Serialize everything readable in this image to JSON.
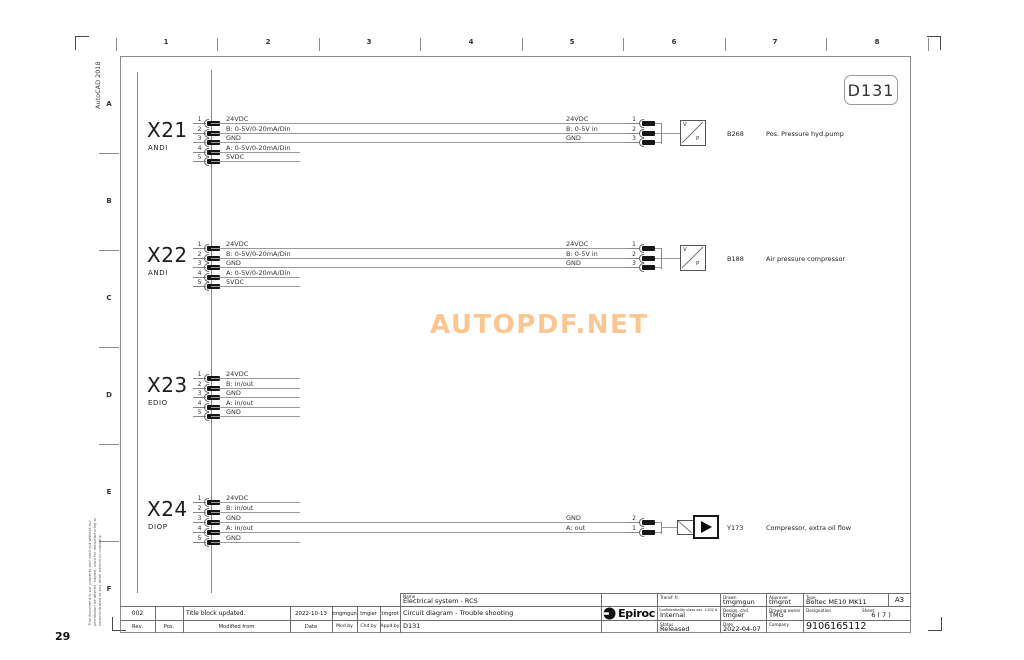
{
  "page": {
    "number": "29",
    "cad_version": "AutoCAD 2018",
    "drawing_ref": "D131",
    "watermark": "AUTOPDF.NET",
    "watermark_color": "#fcc693",
    "disclaimer": [
      "This document is our property and shall not without our",
      "permission be altered, copied, used for manufacturing or",
      "communicated to any other person or company"
    ]
  },
  "ruler": {
    "columns": [
      "1",
      "2",
      "3",
      "4",
      "5",
      "6",
      "7",
      "8"
    ],
    "rows": [
      "A",
      "B",
      "C",
      "D",
      "E",
      "F"
    ]
  },
  "connectors": [
    {
      "name": "X21",
      "type": "ANDI",
      "pins": [
        {
          "n": "1",
          "label": "24VDC"
        },
        {
          "n": "2",
          "label": "B: 0-5V/0-20mA/Din"
        },
        {
          "n": "3",
          "label": "GND"
        },
        {
          "n": "4",
          "label": "A: 0-5V/0-20mA/Din"
        },
        {
          "n": "5",
          "label": "5VDC"
        }
      ]
    },
    {
      "name": "X22",
      "type": "ANDI",
      "pins": [
        {
          "n": "1",
          "label": "24VDC"
        },
        {
          "n": "2",
          "label": "B: 0-5V/0-20mA/Din"
        },
        {
          "n": "3",
          "label": "GND"
        },
        {
          "n": "4",
          "label": "A: 0-5V/0-20mA/Din"
        },
        {
          "n": "5",
          "label": "5VDC"
        }
      ]
    },
    {
      "name": "X23",
      "type": "EDIO",
      "pins": [
        {
          "n": "1",
          "label": "24VDC"
        },
        {
          "n": "2",
          "label": "B: in/out"
        },
        {
          "n": "3",
          "label": "GND"
        },
        {
          "n": "4",
          "label": "A: in/out"
        },
        {
          "n": "5",
          "label": "GND"
        }
      ]
    },
    {
      "name": "X24",
      "type": "DIOP",
      "pins": [
        {
          "n": "1",
          "label": "24VDC"
        },
        {
          "n": "2",
          "label": "B: in/out"
        },
        {
          "n": "3",
          "label": "GND"
        },
        {
          "n": "4",
          "label": "A: in/out"
        },
        {
          "n": "5",
          "label": "GND"
        }
      ]
    }
  ],
  "devices": [
    {
      "tag": "B268",
      "description": "Pos. Pressure hyd.pump",
      "symbol": "pressure-transducer",
      "symbol_letters": {
        "top": "V",
        "bottom": "P"
      },
      "wires": [
        {
          "n": "1",
          "label": "24VDC"
        },
        {
          "n": "2",
          "label": "B: 0-5V in"
        },
        {
          "n": "3",
          "label": "GND"
        }
      ]
    },
    {
      "tag": "B188",
      "description": "Air pressure compressor",
      "symbol": "pressure-transducer",
      "symbol_letters": {
        "top": "V",
        "bottom": "P"
      },
      "wires": [
        {
          "n": "1",
          "label": "24VDC"
        },
        {
          "n": "2",
          "label": "B: 0-5V in"
        },
        {
          "n": "3",
          "label": "GND"
        }
      ]
    },
    {
      "tag": "Y173",
      "description": "Compressor, extra oil flow",
      "symbol": "solenoid-valve",
      "wires": [
        {
          "n": "2",
          "label": "GND"
        },
        {
          "n": "1",
          "label": "A: out"
        }
      ]
    }
  ],
  "title_block": {
    "revision": {
      "values": {
        "rev": "002",
        "pos": "",
        "modified_from": "Title block updated.",
        "date": "2022-10-13",
        "mod_by": "tmgmgun",
        "chd_by": "tmgier",
        "appd_by": "tmgrot"
      },
      "headers": {
        "rev": "Rev.",
        "pos": "Pos.",
        "modified_from": "Modified from",
        "date": "Date",
        "mod_by": "Mod.by",
        "chd_by": "Chd.by",
        "appd_by": "Appd.by"
      }
    },
    "name_label": "Name",
    "name_lines": [
      "Electrical system - RCS",
      "Circuit diagram - Trouble shooting",
      "D131"
    ],
    "logo_text": "Epiroc",
    "fields": {
      "transf_fr_label": "Transf. fr.",
      "transf_fr": "",
      "drawn_label": "Drawn",
      "drawn": "tmgmgun",
      "approver_label": "Approver",
      "approver": "tmgrot",
      "type_label": "Type",
      "type": "Boltec ME10 MK11",
      "format": "A3",
      "confidentiality_label": "Confidentiality class acc. 1102 K",
      "confidentiality": "Internal",
      "design_chd_label": "Design. chd.",
      "design_chd": "tmgier",
      "drawing_owner_label": "Drawing owner",
      "drawing_owner": "TMG",
      "designation_label": "Designation",
      "sheet_label": "Sheet",
      "sheet": "6 ( 7 )",
      "status_label": "Status",
      "status": "Released",
      "date_label": "Date",
      "date": "2022-04-07",
      "company_label": "Company",
      "company": "",
      "designation_value": "9106165112"
    }
  }
}
